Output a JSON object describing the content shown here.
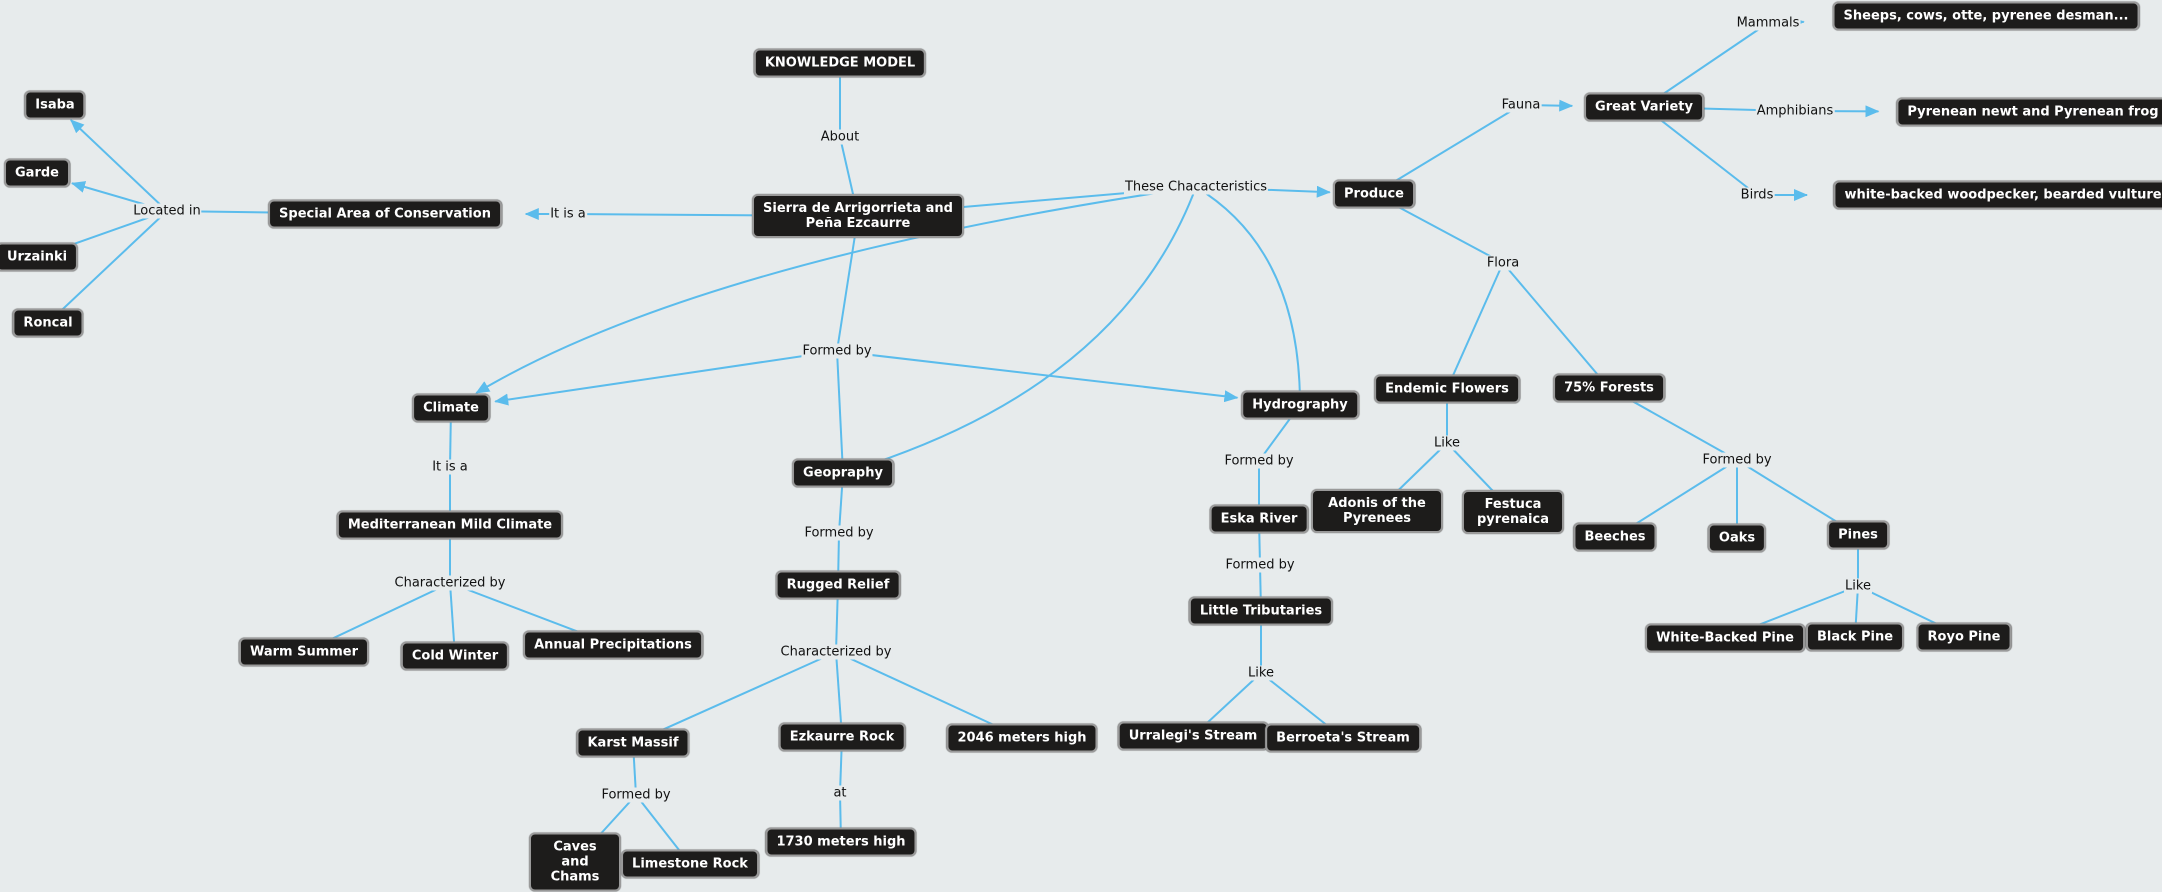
{
  "nodes": {
    "km": "KNOWLEDGE MODEL",
    "sierra": "Sierra de Arrigorrieta and Peña Ezcaurre",
    "sac": "Special Area of Conservation",
    "isaba": "Isaba",
    "garde": "Garde",
    "urzainki": "Urzainki",
    "roncal": "Roncal",
    "climate": "Climate",
    "med": "Mediterranean Mild Climate",
    "warm": "Warm Summer",
    "cold": "Cold Winter",
    "annual": "Annual Precipitations",
    "geo": "Geopraphy",
    "rugged": "Rugged Relief",
    "karst": "Karst Massif",
    "ezk": "Ezkaurre Rock",
    "m2046": "2046 meters high",
    "caves": "Caves and Chams",
    "lime": "Limestone Rock",
    "m1730": "1730 meters high",
    "hydro": "Hydrography",
    "eska": "Eska River",
    "little": "Little Tributaries",
    "urr": "Urralegi's Stream",
    "berr": "Berroeta's Stream",
    "produce": "Produce",
    "great": "Great Variety",
    "sheeps": "Sheeps, cows, otte, pyrenee desman...",
    "newt": "Pyrenean newt and Pyrenean frog",
    "birds": "white-backed woodpecker, bearded vulture",
    "endemic": "Endemic Flowers",
    "forests": "75% Forests",
    "adonis": "Adonis of the Pyrenees",
    "festuca": "Festuca pyrenaica",
    "beeches": "Beeches",
    "oaks": "Oaks",
    "pines": "Pines",
    "wbp": "White-Backed Pine",
    "black": "Black Pine",
    "royo": "Royo Pine"
  },
  "links": {
    "about": "About",
    "itis1": "It is a",
    "located": "Located in",
    "these": "These Chacacteristics",
    "formed1": "Formed by",
    "itis2": "It is a",
    "char1": "Characterized by",
    "formed2": "Formed by",
    "char2": "Characterized by",
    "formed3": "Formed by",
    "at": "at",
    "formed4": "Formed by",
    "formed5": "Formed by",
    "like1": "Like",
    "fauna": "Fauna",
    "mammals": "Mammals",
    "amph": "Amphibians",
    "birdsl": "Birds",
    "flora": "Flora",
    "like2": "Like",
    "formed6": "Formed by",
    "like3": "Like"
  },
  "colors": {
    "edge": "#5bbcec",
    "node_bg": "#1d1c1b",
    "background": "#e7ebec"
  }
}
